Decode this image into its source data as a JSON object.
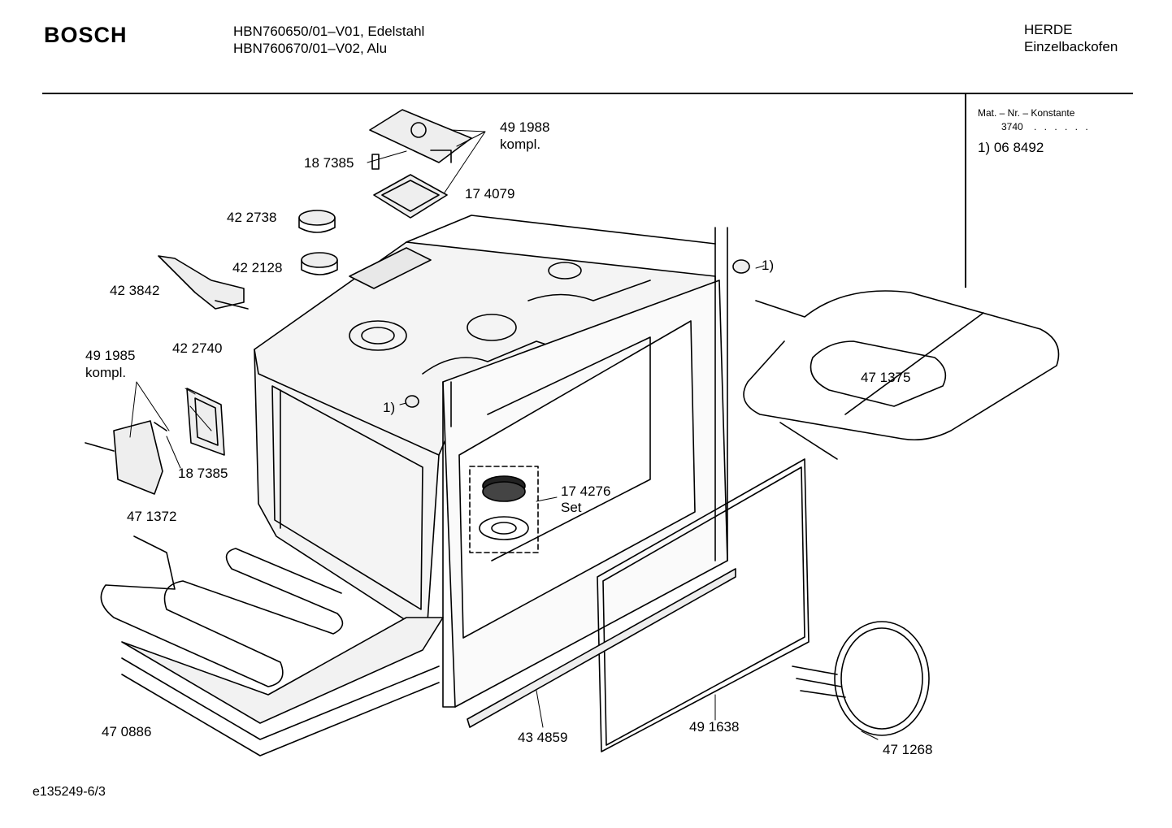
{
  "header": {
    "brand": "BOSCH",
    "model_line_1": "HBN760650/01–V01, Edelstahl",
    "model_line_2": "HBN760670/01–V02, Alu",
    "category_line_1": "HERDE",
    "category_line_2": "Einzelbackofen"
  },
  "legend_box": {
    "label": "Mat. – Nr. – Konstante",
    "value": "3740",
    "dots": ". . . . . .",
    "note": "1) 06 8492"
  },
  "parts": {
    "p491988": "49 1988",
    "p491988_sub": "kompl.",
    "p187385_top": "18 7385",
    "p174079": "17 4079",
    "p422738": "42 2738",
    "p422128": "42 2128",
    "p423842": "42 3842",
    "p491985": "49 1985",
    "p491985_sub": "kompl.",
    "p422740": "42 2740",
    "p187385_left": "18 7385",
    "p471372": "47 1372",
    "p470886": "47 0886",
    "p434859": "43 4859",
    "p491638": "49 1638",
    "p471268": "47 1268",
    "p471375": "47 1375",
    "p174276": "17 4276",
    "p174276_sub": "Set",
    "note_1a": "1)",
    "note_1b": "1)"
  },
  "footer": {
    "code": "e135249-6/3"
  }
}
